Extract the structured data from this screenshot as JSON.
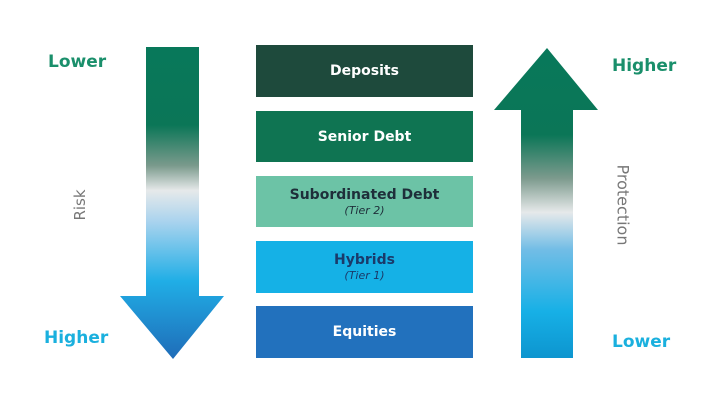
{
  "left_axis": {
    "top_label": "Lower",
    "bottom_label": "Higher",
    "title": "Risk",
    "top_color": "#1a8f6b",
    "bottom_color": "#1ab0de"
  },
  "right_axis": {
    "top_label": "Higher",
    "bottom_label": "Lower",
    "title": "Protection",
    "top_color": "#1a8f6b",
    "bottom_color": "#1ab0de"
  },
  "tiers": [
    {
      "label": "Deposits",
      "sub": "",
      "bg": "#1e4a3c",
      "fg": "#ffffff"
    },
    {
      "label": "Senior Debt",
      "sub": "",
      "bg": "#0f7452",
      "fg": "#ffffff"
    },
    {
      "label": "Subordinated Debt",
      "sub": "(Tier 2)",
      "bg": "#6cc3a6",
      "fg": "#1e2f3a"
    },
    {
      "label": "Hybrids",
      "sub": "(Tier 1)",
      "bg": "#15b1e6",
      "fg": "#1a3a6a"
    },
    {
      "label": "Equities",
      "sub": "",
      "bg": "#2271bd",
      "fg": "#ffffff"
    }
  ]
}
